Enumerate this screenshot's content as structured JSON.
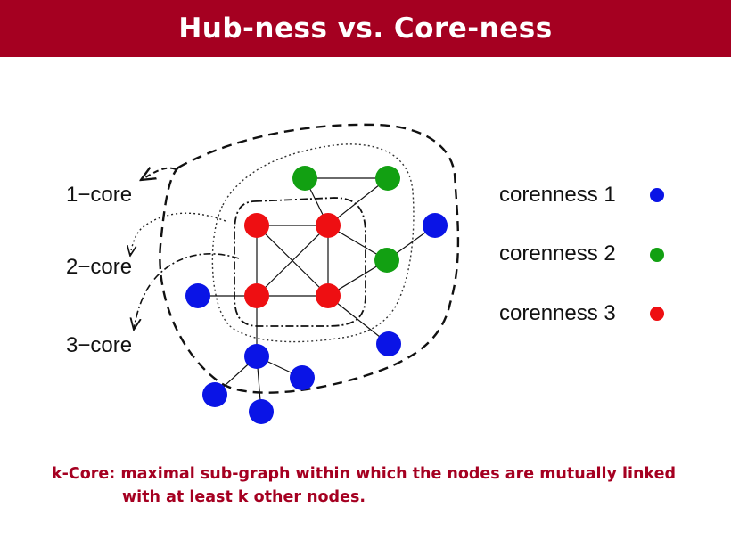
{
  "title": "Hub-ness vs. Core-ness",
  "core_labels": [
    "1−core",
    "2−core",
    "3−core"
  ],
  "legend": [
    {
      "label": "corenness 1",
      "color": "#0a14e6"
    },
    {
      "label": "corenness 2",
      "color": "#12a012"
    },
    {
      "label": "corenness 3",
      "color": "#ee0f12"
    }
  ],
  "caption": {
    "line1": "k-Core: maximal sub-graph within which the nodes are mutually linked",
    "line2": "with at least k other nodes."
  },
  "colors": {
    "title_bar": "#a50021",
    "caption_text": "#a50021",
    "edge": "#111111"
  },
  "nodes": [
    {
      "id": "r1",
      "coreness": 3
    },
    {
      "id": "r2",
      "coreness": 3
    },
    {
      "id": "r3",
      "coreness": 3
    },
    {
      "id": "r4",
      "coreness": 3
    },
    {
      "id": "g1",
      "coreness": 2
    },
    {
      "id": "g2",
      "coreness": 2
    },
    {
      "id": "g3",
      "coreness": 2
    },
    {
      "id": "b1",
      "coreness": 1
    },
    {
      "id": "b2",
      "coreness": 1
    },
    {
      "id": "b3",
      "coreness": 1
    },
    {
      "id": "b4",
      "coreness": 1
    },
    {
      "id": "b5",
      "coreness": 1
    },
    {
      "id": "b6",
      "coreness": 1
    },
    {
      "id": "b7",
      "coreness": 1
    }
  ],
  "edges": [
    [
      "r1",
      "r2"
    ],
    [
      "r1",
      "r3"
    ],
    [
      "r1",
      "r4"
    ],
    [
      "r2",
      "r3"
    ],
    [
      "r2",
      "r4"
    ],
    [
      "r3",
      "r4"
    ],
    [
      "g1",
      "g2"
    ],
    [
      "g1",
      "r2"
    ],
    [
      "g2",
      "r2"
    ],
    [
      "g3",
      "r2"
    ],
    [
      "g3",
      "r4"
    ],
    [
      "g3",
      "b1"
    ],
    [
      "b2",
      "r3"
    ],
    [
      "b3",
      "r4"
    ],
    [
      "b4",
      "r3"
    ],
    [
      "b4",
      "b5"
    ],
    [
      "b4",
      "b6"
    ],
    [
      "b4",
      "b7"
    ]
  ]
}
